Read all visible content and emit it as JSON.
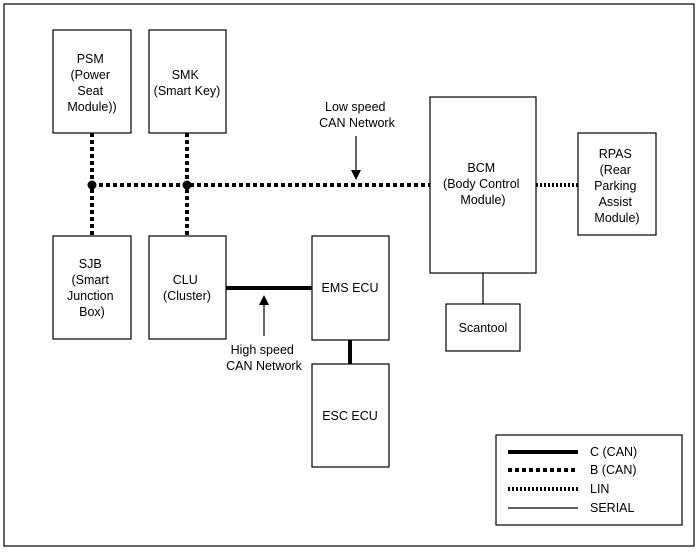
{
  "nodes": {
    "psm": {
      "lines": [
        "PSM",
        "(Power",
        "Seat",
        "Module))"
      ]
    },
    "smk": {
      "lines": [
        "SMK",
        "(Smart Key)"
      ]
    },
    "sjb": {
      "lines": [
        "SJB",
        "(Smart",
        "Junction",
        "Box)"
      ]
    },
    "clu": {
      "lines": [
        "CLU",
        "(Cluster)"
      ]
    },
    "ems": {
      "lines": [
        "EMS ECU"
      ]
    },
    "esc": {
      "lines": [
        "ESC ECU"
      ]
    },
    "bcm": {
      "lines": [
        "BCM",
        "(Body Control",
        "Module)"
      ]
    },
    "scantool": {
      "lines": [
        "Scantool"
      ]
    },
    "rpas": {
      "lines": [
        "RPAS",
        "(Rear",
        "Parking",
        "Assist",
        "Module)"
      ]
    }
  },
  "annotations": {
    "low_speed": [
      "Low speed",
      "CAN Network"
    ],
    "high_speed": [
      "High speed",
      "CAN Network"
    ]
  },
  "legend": {
    "items": [
      {
        "label": "C (CAN)",
        "style": "C-CAN"
      },
      {
        "label": "B (CAN)",
        "style": "B-CAN"
      },
      {
        "label": "LIN",
        "style": "LIN"
      },
      {
        "label": "SERIAL",
        "style": "SERIAL"
      }
    ]
  },
  "colors": {
    "line": "#000000",
    "background": "#ffffff"
  }
}
